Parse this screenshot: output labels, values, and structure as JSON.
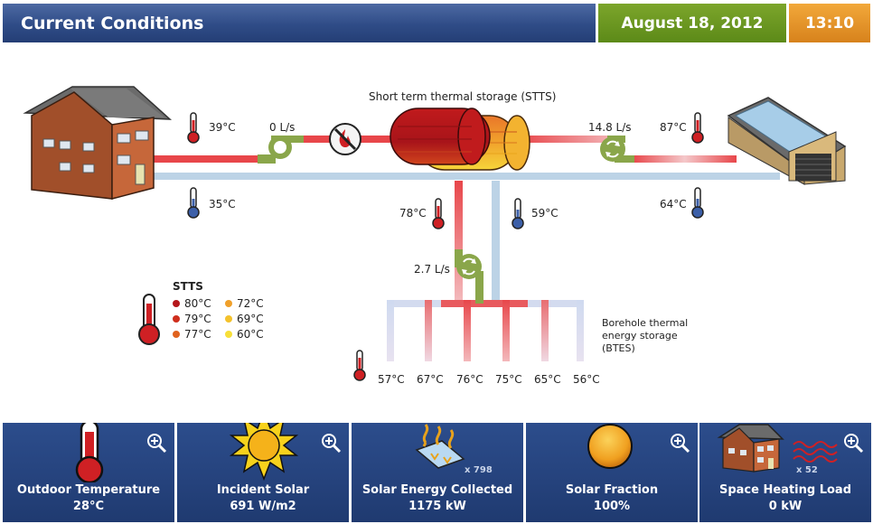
{
  "header": {
    "title": "Current Conditions",
    "date": "August 18, 2012",
    "time": "13:10"
  },
  "diagram": {
    "stts_label": "Short term thermal storage (STTS)",
    "house_supply_temp": "39°C",
    "house_return_temp": "35°C",
    "house_flow": "0 L/s",
    "garage_flow": "14.8 L/s",
    "garage_supply_temp": "87°C",
    "garage_return_temp": "64°C",
    "btes_supply_temp": "78°C",
    "btes_return_temp": "59°C",
    "btes_flow": "2.7 L/s",
    "btes_label_1": "Borehole thermal",
    "btes_label_2": "energy storage",
    "btes_label_3": "(BTES)",
    "btes_temps": [
      "57°C",
      "67°C",
      "76°C",
      "75°C",
      "65°C",
      "56°C"
    ],
    "stts_legend": {
      "title": "STTS",
      "left": [
        {
          "temp": "80°C",
          "color": "#b5171b"
        },
        {
          "temp": "79°C",
          "color": "#cf2e1d"
        },
        {
          "temp": "77°C",
          "color": "#e0621e"
        }
      ],
      "right": [
        {
          "temp": "72°C",
          "color": "#f0a02a"
        },
        {
          "temp": "69°C",
          "color": "#f4c22c"
        },
        {
          "temp": "60°C",
          "color": "#f7df38"
        }
      ]
    }
  },
  "panels": [
    {
      "title": "Outdoor Temperature",
      "value": "28°C",
      "icon": "thermometer-icon"
    },
    {
      "title": "Incident Solar",
      "value": "691 W/m2",
      "icon": "sun-icon"
    },
    {
      "title": "Solar Energy Collected",
      "value": "1175 kW",
      "icon": "solar-collector-icon",
      "multiplier": "x 798"
    },
    {
      "title": "Solar Fraction",
      "value": "100%",
      "icon": "solar-fraction-orb-icon"
    },
    {
      "title": "Space Heating Load",
      "value": "0  kW",
      "icon": "house-heat-icon",
      "multiplier": "x 52"
    }
  ],
  "colors": {
    "header_blue": "#2f4c87",
    "header_green": "#6e9a22",
    "header_orange": "#e5932a",
    "hot_pipe": "#e8464a",
    "cold_pipe": "#bcd3e6",
    "pump_green": "#8aa64a"
  }
}
